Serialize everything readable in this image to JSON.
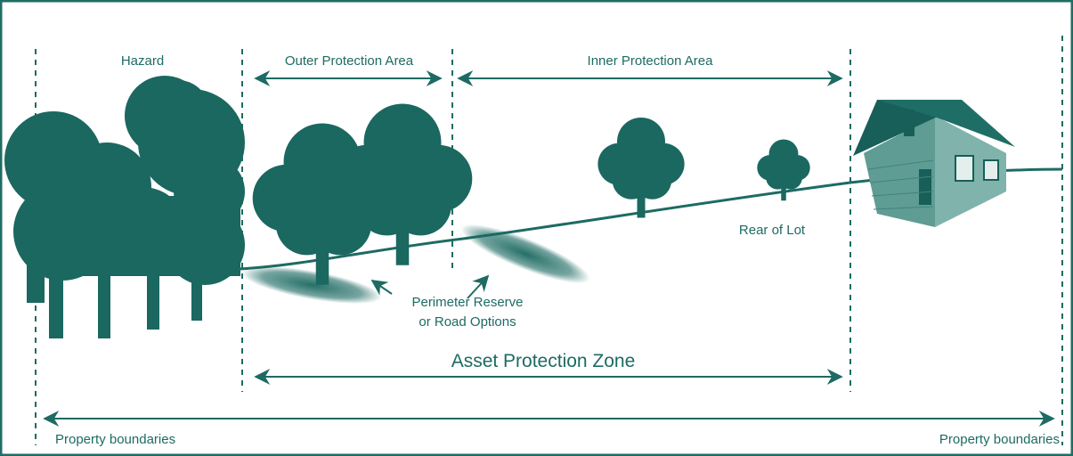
{
  "labels": {
    "hazard": "Hazard",
    "outer_protection_area": "Outer Protection Area",
    "inner_protection_area": "Inner Protection Area",
    "rear_of_lot": "Rear of Lot",
    "perimeter_reserve_line1": "Perimeter Reserve",
    "perimeter_reserve_line2": "or Road Options",
    "asset_protection_zone": "Asset Protection Zone",
    "property_boundaries_left": "Property boundaries",
    "property_boundaries_right": "Property boundaries"
  },
  "colors": {
    "accent": "#1d6b63",
    "frame": "#1f6e66",
    "tree": "#1a6860",
    "house_wall": "#5f9c94",
    "house_roof": "#175f58"
  },
  "icons": [
    "tree-icon",
    "house-icon",
    "arrow-icon"
  ]
}
